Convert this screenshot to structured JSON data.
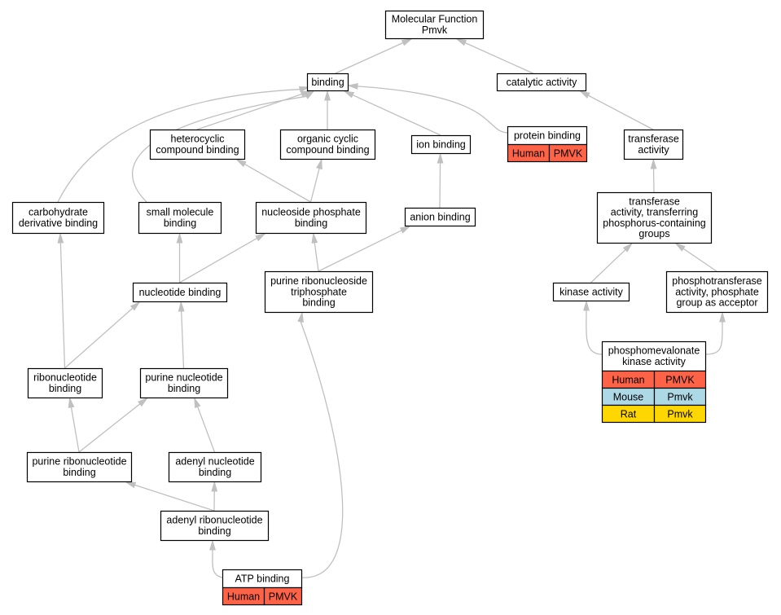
{
  "colors": {
    "human": "#ff6347",
    "mouse": "#add8e6",
    "rat": "#ffd700",
    "edge": "#c0c0c0",
    "node_border": "#000000",
    "node_fill": "#ffffff"
  },
  "nodes": {
    "molecular_function": {
      "lines": [
        "Molecular Function",
        "Pmvk"
      ]
    },
    "binding": {
      "lines": [
        "binding"
      ]
    },
    "catalytic_activity": {
      "lines": [
        "catalytic activity"
      ]
    },
    "heterocyclic_compound_binding": {
      "lines": [
        "heterocyclic",
        "compound binding"
      ]
    },
    "organic_cyclic_compound_binding": {
      "lines": [
        "organic cyclic",
        "compound binding"
      ]
    },
    "ion_binding": {
      "lines": [
        "ion binding"
      ]
    },
    "protein_binding": {
      "lines": [
        "protein binding"
      ]
    },
    "transferase_activity": {
      "lines": [
        "transferase",
        "activity"
      ]
    },
    "carbohydrate_derivative_binding": {
      "lines": [
        "carbohydrate",
        "derivative binding"
      ]
    },
    "small_molecule_binding": {
      "lines": [
        "small molecule",
        "binding"
      ]
    },
    "nucleoside_phosphate_binding": {
      "lines": [
        "nucleoside phosphate",
        "binding"
      ]
    },
    "anion_binding": {
      "lines": [
        "anion binding"
      ]
    },
    "transferase_phosphorus": {
      "lines": [
        "transferase",
        "activity, transferring",
        "phosphorus-containing",
        "groups"
      ]
    },
    "nucleotide_binding": {
      "lines": [
        "nucleotide binding"
      ]
    },
    "purine_ribonucleoside_triphosphate_binding": {
      "lines": [
        "purine ribonucleoside",
        "triphosphate",
        "binding"
      ]
    },
    "kinase_activity": {
      "lines": [
        "kinase activity"
      ]
    },
    "phosphotransferase": {
      "lines": [
        "phosphotransferase",
        "activity, phosphate",
        "group as acceptor"
      ]
    },
    "phosphomevalonate_kinase_activity": {
      "lines": [
        "phosphomevalonate",
        "kinase activity"
      ]
    },
    "ribonucleotide_binding": {
      "lines": [
        "ribonucleotide",
        "binding"
      ]
    },
    "purine_nucleotide_binding": {
      "lines": [
        "purine nucleotide",
        "binding"
      ]
    },
    "purine_ribonucleotide_binding": {
      "lines": [
        "purine ribonucleotide",
        "binding"
      ]
    },
    "adenyl_nucleotide_binding": {
      "lines": [
        "adenyl nucleotide",
        "binding"
      ]
    },
    "adenyl_ribonucleotide_binding": {
      "lines": [
        "adenyl ribonucleotide",
        "binding"
      ]
    },
    "atp_binding": {
      "lines": [
        "ATP binding"
      ]
    }
  },
  "annotations": {
    "protein_binding": [
      {
        "species": "Human",
        "gene": "PMVK",
        "color": "#ff6347"
      }
    ],
    "phosphomevalonate_kinase_activity": [
      {
        "species": "Human",
        "gene": "PMVK",
        "color": "#ff6347"
      },
      {
        "species": "Mouse",
        "gene": "Pmvk",
        "color": "#add8e6"
      },
      {
        "species": "Rat",
        "gene": "Pmvk",
        "color": "#ffd700"
      }
    ],
    "atp_binding": [
      {
        "species": "Human",
        "gene": "PMVK",
        "color": "#ff6347"
      }
    ]
  },
  "edges": [
    [
      "binding",
      "molecular_function"
    ],
    [
      "catalytic_activity",
      "molecular_function"
    ],
    [
      "heterocyclic_compound_binding",
      "binding"
    ],
    [
      "organic_cyclic_compound_binding",
      "binding"
    ],
    [
      "ion_binding",
      "binding"
    ],
    [
      "protein_binding",
      "binding"
    ],
    [
      "carbohydrate_derivative_binding",
      "binding"
    ],
    [
      "small_molecule_binding",
      "binding"
    ],
    [
      "transferase_activity",
      "catalytic_activity"
    ],
    [
      "nucleoside_phosphate_binding",
      "heterocyclic_compound_binding"
    ],
    [
      "nucleoside_phosphate_binding",
      "organic_cyclic_compound_binding"
    ],
    [
      "anion_binding",
      "ion_binding"
    ],
    [
      "transferase_phosphorus",
      "transferase_activity"
    ],
    [
      "nucleotide_binding",
      "small_molecule_binding"
    ],
    [
      "nucleotide_binding",
      "nucleoside_phosphate_binding"
    ],
    [
      "purine_ribonucleoside_triphosphate_binding",
      "nucleoside_phosphate_binding"
    ],
    [
      "purine_ribonucleoside_triphosphate_binding",
      "anion_binding"
    ],
    [
      "kinase_activity",
      "transferase_phosphorus"
    ],
    [
      "phosphotransferase",
      "transferase_phosphorus"
    ],
    [
      "phosphomevalonate_kinase_activity",
      "kinase_activity"
    ],
    [
      "phosphomevalonate_kinase_activity",
      "phosphotransferase"
    ],
    [
      "ribonucleotide_binding",
      "carbohydrate_derivative_binding"
    ],
    [
      "ribonucleotide_binding",
      "nucleotide_binding"
    ],
    [
      "purine_nucleotide_binding",
      "nucleotide_binding"
    ],
    [
      "purine_ribonucleotide_binding",
      "ribonucleotide_binding"
    ],
    [
      "purine_ribonucleotide_binding",
      "purine_nucleotide_binding"
    ],
    [
      "adenyl_nucleotide_binding",
      "purine_nucleotide_binding"
    ],
    [
      "adenyl_ribonucleotide_binding",
      "purine_ribonucleotide_binding"
    ],
    [
      "adenyl_ribonucleotide_binding",
      "adenyl_nucleotide_binding"
    ],
    [
      "atp_binding",
      "adenyl_ribonucleotide_binding"
    ],
    [
      "atp_binding",
      "purine_ribonucleoside_triphosphate_binding"
    ]
  ]
}
